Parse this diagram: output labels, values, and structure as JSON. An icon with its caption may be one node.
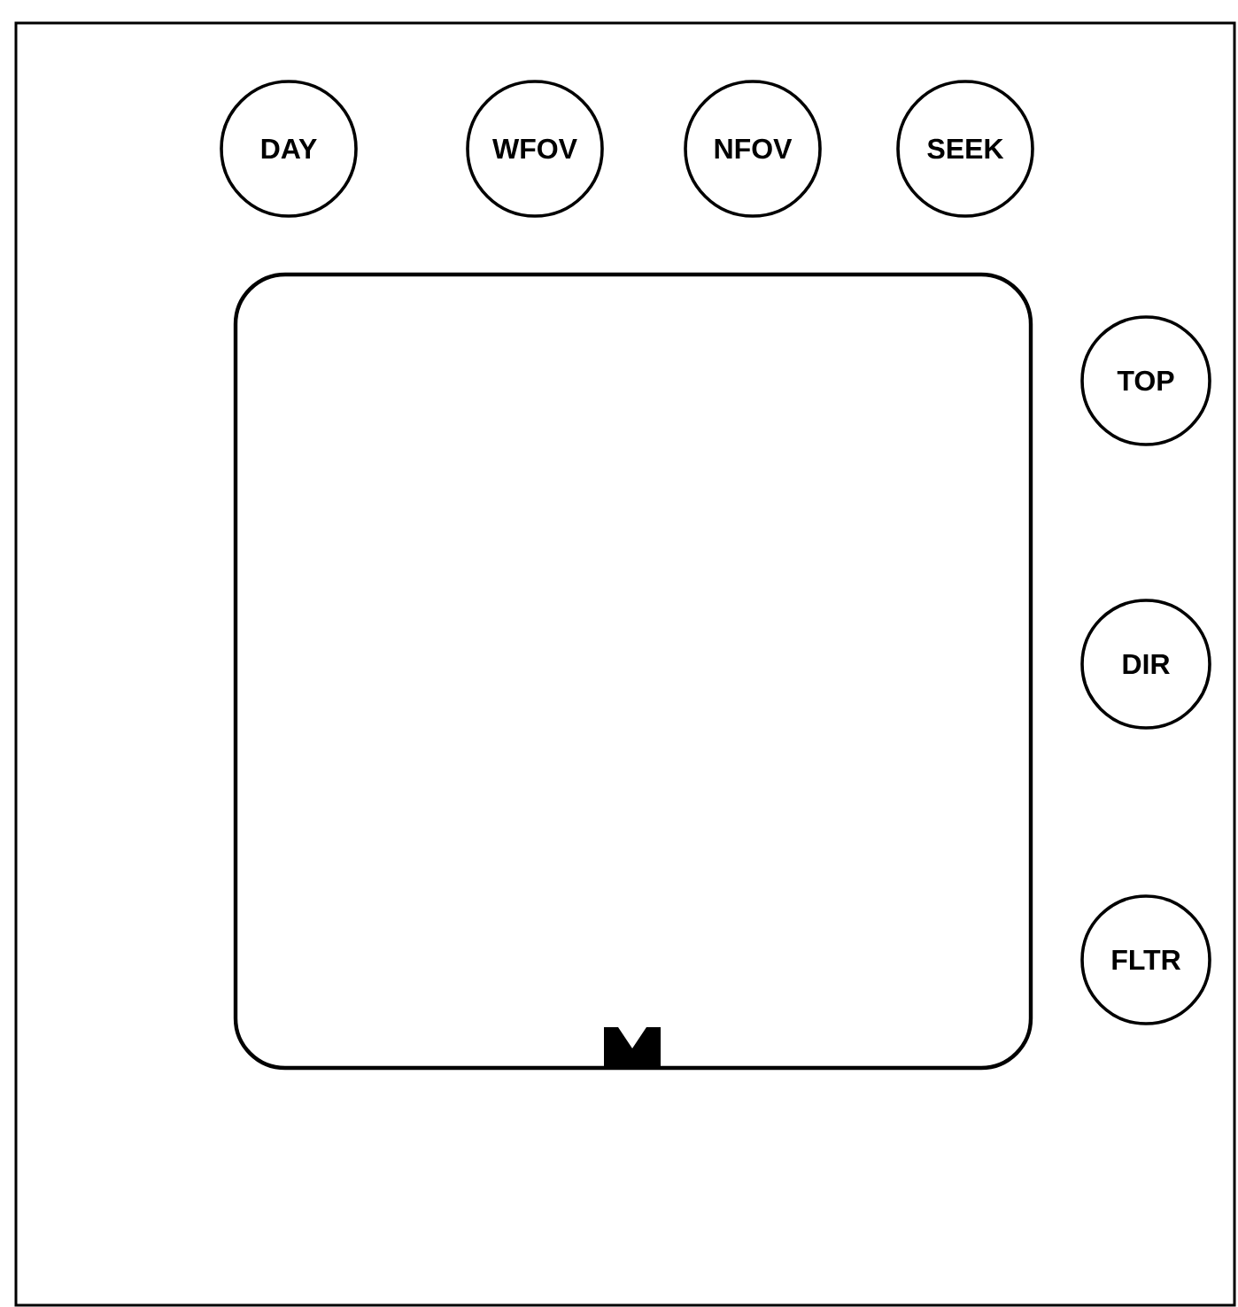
{
  "diagram": {
    "nodes": [
      {
        "text": [
          "DAY"
        ]
      },
      {
        "text": [
          "WFOV"
        ]
      },
      {
        "text": [
          "NFOV"
        ]
      },
      {
        "text": [
          "SEEK"
        ]
      },
      {
        "text": [
          "TOP"
        ]
      },
      {
        "text": [
          "DIR"
        ]
      },
      {
        "text": [
          "FLTR"
        ]
      }
    ]
  }
}
